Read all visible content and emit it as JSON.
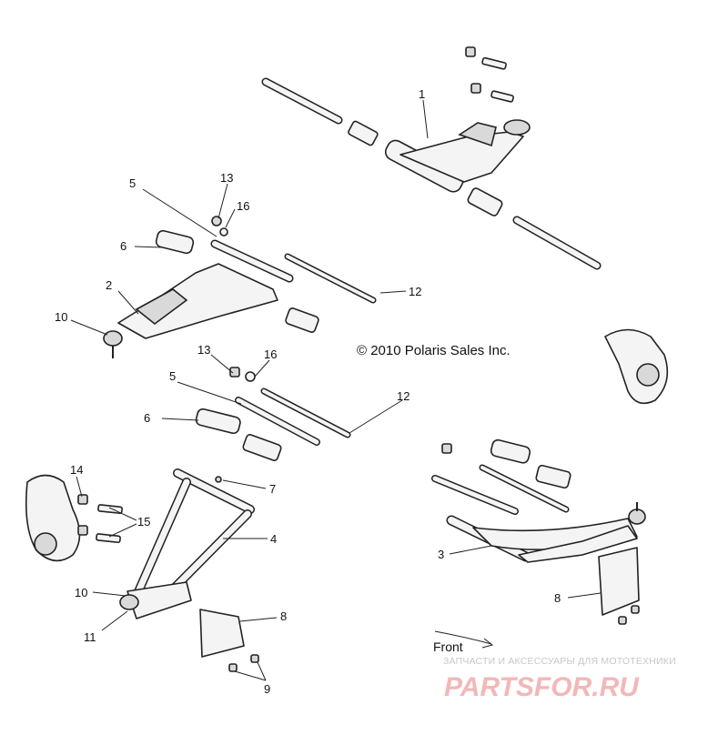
{
  "diagram": {
    "copyright": "© 2010 Polaris Sales Inc.",
    "front_label": "Front",
    "callouts": {
      "c1": "1",
      "c2": "2",
      "c3": "3",
      "c4": "4",
      "c5a": "5",
      "c5b": "5",
      "c6a": "6",
      "c6b": "6",
      "c7": "7",
      "c8a": "8",
      "c8b": "8",
      "c9": "9",
      "c10a": "10",
      "c10b": "10",
      "c11": "11",
      "c12a": "12",
      "c12b": "12",
      "c13a": "13",
      "c13b": "13",
      "c14": "14",
      "c15": "15",
      "c16a": "16",
      "c16b": "16"
    }
  },
  "watermark": {
    "tagline": "ЗАПЧАСТИ И АКСЕССУАРЫ ДЛЯ МОТОТЕХНИКИ",
    "logo": "PARTSFOR.RU"
  }
}
